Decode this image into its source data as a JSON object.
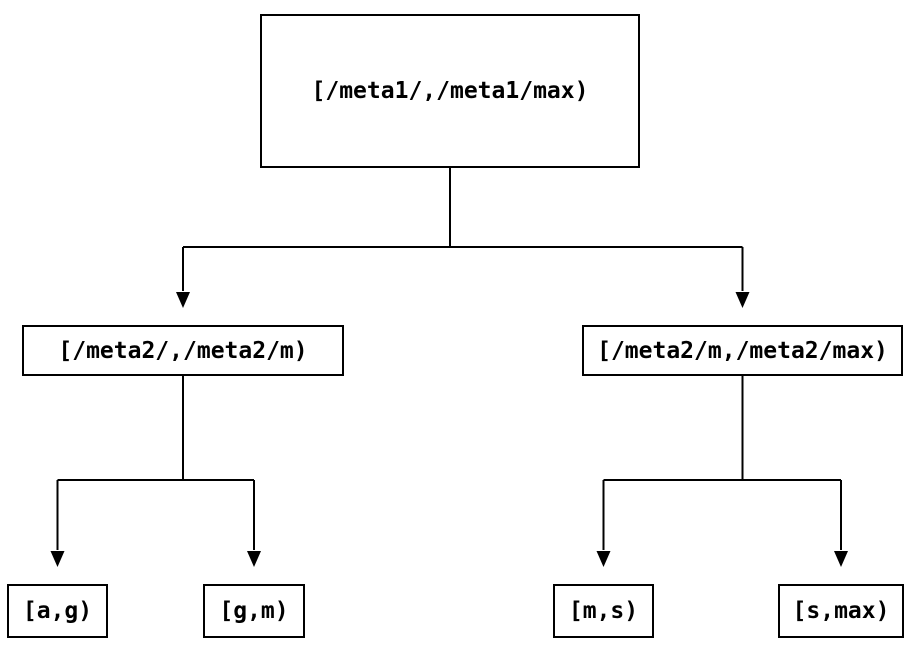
{
  "diagram": {
    "type": "tree",
    "description": "Key-range partition tree",
    "colors": {
      "background": "#ffffff",
      "line": "#000000",
      "text": "#000000",
      "node_fill": "#ffffff"
    },
    "nodes": [
      {
        "id": "root",
        "label": "[/meta1/,/meta1/max)"
      },
      {
        "id": "meta2-low",
        "label": "[/meta2/,/meta2/m)"
      },
      {
        "id": "meta2-high",
        "label": "[/meta2/m,/meta2/max)"
      },
      {
        "id": "leaf-ag",
        "label": "[a,g)"
      },
      {
        "id": "leaf-gm",
        "label": "[g,m)"
      },
      {
        "id": "leaf-ms",
        "label": "[m,s)"
      },
      {
        "id": "leaf-smax",
        "label": "[s,max)"
      }
    ],
    "edges": [
      {
        "from": "root",
        "to": "meta2-low"
      },
      {
        "from": "root",
        "to": "meta2-high"
      },
      {
        "from": "meta2-low",
        "to": "leaf-ag"
      },
      {
        "from": "meta2-low",
        "to": "leaf-gm"
      },
      {
        "from": "meta2-high",
        "to": "leaf-ms"
      },
      {
        "from": "meta2-high",
        "to": "leaf-smax"
      }
    ]
  }
}
